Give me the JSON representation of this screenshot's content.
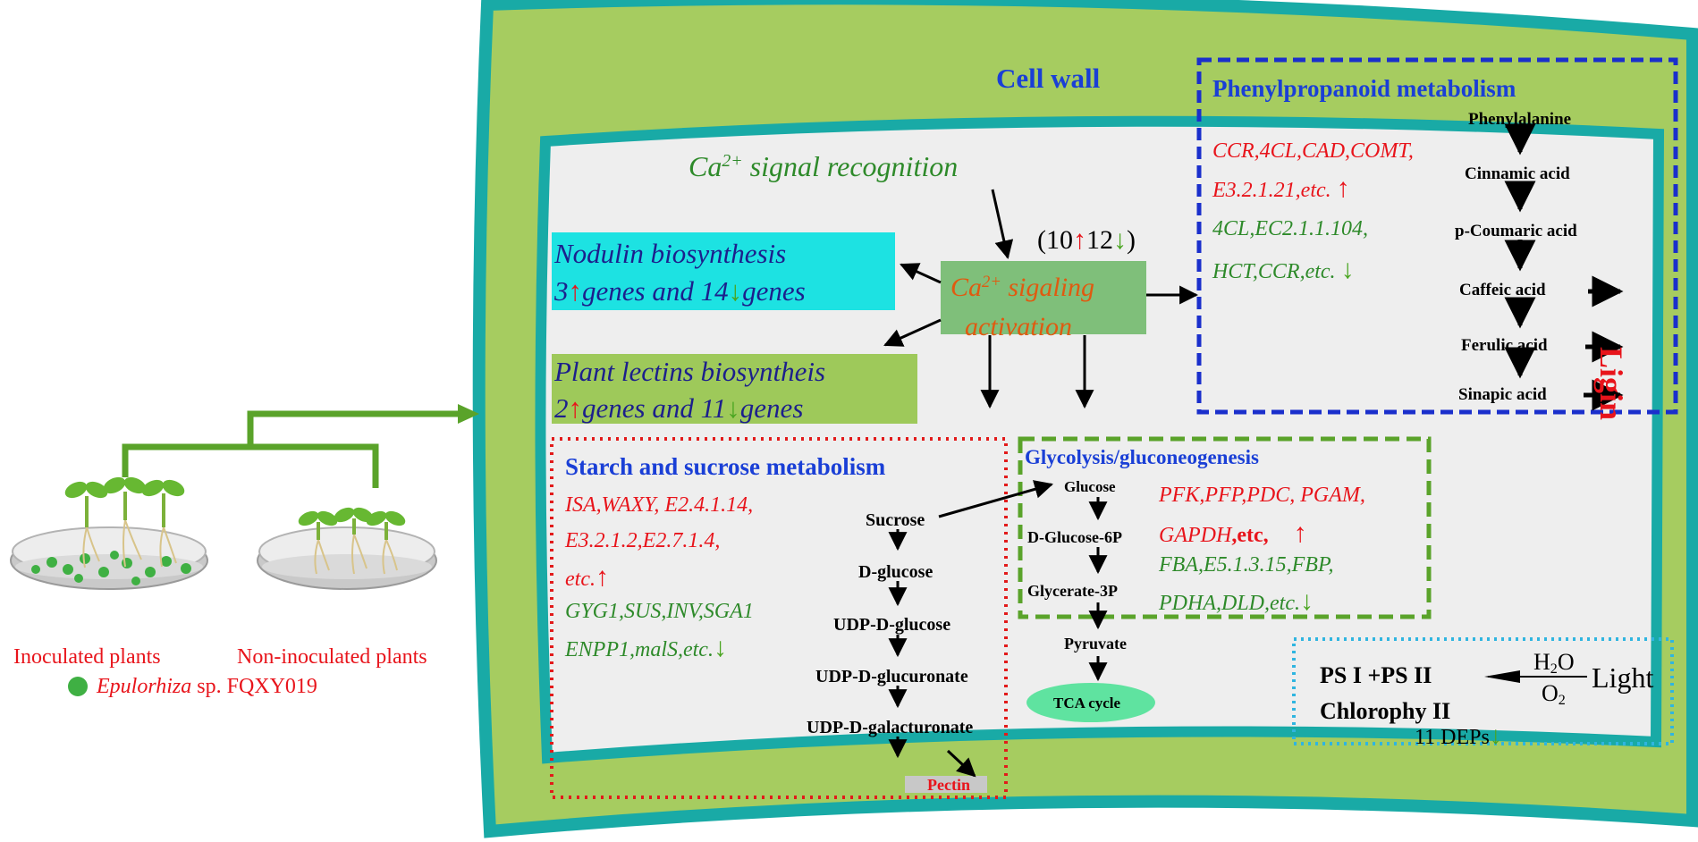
{
  "colors": {
    "outer_wall_fill": "#a6cc60",
    "wall_border": "#19aaa6",
    "cytoplasm": "#eeeeee",
    "phenyl_box": "#1a2fcc",
    "starch_box": "#e21a1a",
    "glyco_box": "#5aa32a",
    "ps_box": "#2fb5e0",
    "nodulin_bg": "#1de2e2",
    "lectin_bg": "#9ec95a",
    "ca_bg": "#7fbf7a",
    "tca_bg": "#5fe3a0",
    "pectin_bg": "#c8c8c8",
    "up_arrow": "#e8141b",
    "down_arrow": "#4aa521"
  },
  "left": {
    "inoculated_label": "Inoculated plants",
    "noninoculated_label": "Non-inoculated plants",
    "fungus_label_italic": "Epulorhiza",
    "fungus_label_rest": " sp. FQXY019"
  },
  "cell": {
    "wall_label": "Cell wall",
    "ca_recognition_prefix": "Ca",
    "ca_recognition_sup": "2+",
    "ca_recognition_suffix": " signal recognition",
    "ca_count_open": "(10",
    "ca_count_mid": "12",
    "ca_count_close": ")",
    "ca_activation_prefix": "Ca",
    "ca_activation_sup": "2+",
    "ca_activation_suffix": " sigaling",
    "ca_activation_line2": "activation"
  },
  "nodulin": {
    "title": "Nodulin biosynthesis",
    "up_count": "3",
    "mid_text": "genes and 14",
    "end_text": "genes"
  },
  "lectin": {
    "title": "Plant lectins biosyntheis",
    "up_count": "2",
    "mid_text": "genes and  11",
    "end_text": "genes"
  },
  "phenyl": {
    "title": "Phenylpropanoid metabolism",
    "up_genes_1": "CCR,4CL,CAD,COMT,",
    "up_genes_2": "E3.2.1.21,etc.",
    "down_genes_1": "4CL,EC2.1.1.104,",
    "down_genes_2": "HCT,CCR,etc.",
    "pathway": [
      "Phenylalanine",
      "Cinnamic acid",
      "p-Coumaric acid",
      "Caffeic acid",
      "Ferulic acid",
      "Sinapic acid"
    ],
    "product": "Ligin"
  },
  "starch": {
    "title": "Starch and sucrose metabolism",
    "up_genes_1": "ISA,WAXY, E2.4.1.14,",
    "up_genes_2": "E3.2.1.2,E2.7.1.4,",
    "up_genes_3": "etc.",
    "down_genes_1": "GYG1,SUS,INV,SGA1",
    "down_genes_2": "ENPP1,malS,etc.",
    "pathway": [
      "Sucrose",
      "D-glucose",
      "UDP-D-glucose",
      "UDP-D-glucuronate",
      "UDP-D-galacturonate"
    ],
    "product": "Pectin"
  },
  "glyco": {
    "title": "Glycolysis/gluconeogenesis",
    "pathway": [
      "Glucose",
      "D-Glucose-6P",
      "Glycerate-3P",
      "Pyruvate"
    ],
    "up_genes_1": "PFK,PFP,PDC, PGAM,",
    "up_genes_2_italic": "GAPDH",
    "up_genes_2_bold": ",etc,",
    "down_genes_1": "FBA,E5.1.3.15,FBP,",
    "down_genes_2": "PDHA,DLD,etc.",
    "tca": "TCA cycle"
  },
  "ps": {
    "line1": "PS I +PS II",
    "line2": "Chlorophy II",
    "h2o_main": "H",
    "h2o_sub": "2",
    "h2o_end": "O",
    "o2_main": "O",
    "o2_sub": "2",
    "light": "Light",
    "deps": "11 DEPs"
  }
}
